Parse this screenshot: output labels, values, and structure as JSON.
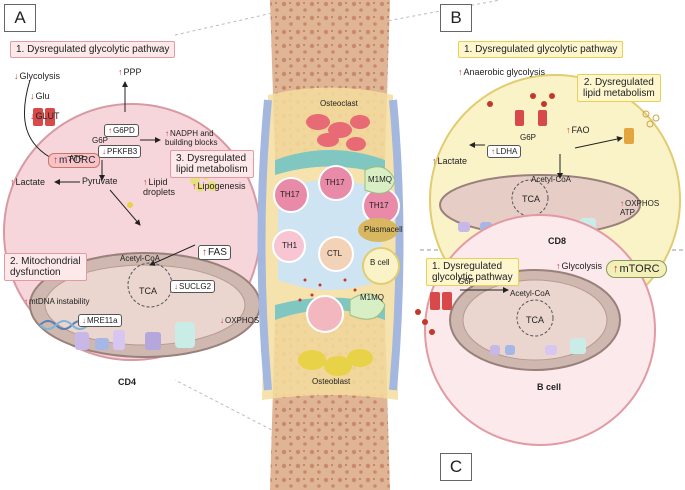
{
  "panels": {
    "a": "A",
    "b": "B",
    "c": "C"
  },
  "colors": {
    "pink_cell": "#f7d6db",
    "yellow_cell": "#faf3c8",
    "mito": "#cfb8b0",
    "arrow_red": "#c0392b",
    "bone": "#d9a98a"
  },
  "cd4": {
    "title_box_1": "1. Dysregulated glycolytic pathway",
    "glycolysis": "Glycolysis",
    "glu": "Glu",
    "glut": "GLUT",
    "mtorc": "mTORC",
    "g6p": "G6P",
    "g6pd": "G6PD",
    "ppp": "PPP",
    "nadph": "NADPH and\nbuilding blocks",
    "pfkfb3": "PFKFB3",
    "atp": "ATP",
    "pyruvate": "Pyruvate",
    "lactate": "Lactate",
    "title_box_3": "3. Dysregulated\nlipid metabolism",
    "lipid_droplets": "Lipid\ndroplets",
    "lipogenesis": "Lipogenesis",
    "fas": "FAS",
    "title_box_2": "2. Mitochondrial\ndysfunction",
    "acetyl_coa": "Acetyl-CoA",
    "tca": "TCA",
    "suclg2": "SUCLG2",
    "mtdna": "mtDNA instability",
    "mre11a": "MRE11a",
    "oxphos": "OXPHOS",
    "cell_label": "CD4"
  },
  "joint": {
    "osteoclast": "Osteoclast",
    "th17_a": "TH17",
    "th17_b": "TH17",
    "th17_c": "TH17",
    "m1mq_a": "M1MQ",
    "m1mq_b": "M1MQ",
    "plasmacell": "Plasmacell",
    "th1": "TH1",
    "ctl": "CTL",
    "bcell": "B cell",
    "osteoblast": "Osteoblast"
  },
  "cd8": {
    "title_box_1": "1. Dysregulated glycolytic pathway",
    "anaerobic": "Anaerobic glycolysis",
    "title_box_2": "2. Dysregulated\nlipid metabolism",
    "g6p": "G6P",
    "ldha": "LDHA",
    "lactate": "Lactate",
    "fao": "FAO",
    "acetyl_coa": "Acetyl-CoA",
    "tca": "TCA",
    "oxphos_atp": "OXPHOS\nATP",
    "cell_label": "CD8"
  },
  "bcell": {
    "title_box": "1. Dysregulated\nglycolytic pathway",
    "g6p": "G6P",
    "glycolysis": "Glycolysis",
    "mtorc": "mTORC",
    "acetyl_coa": "Acetyl-CoA",
    "tca": "TCA",
    "cell_label": "B cell"
  }
}
